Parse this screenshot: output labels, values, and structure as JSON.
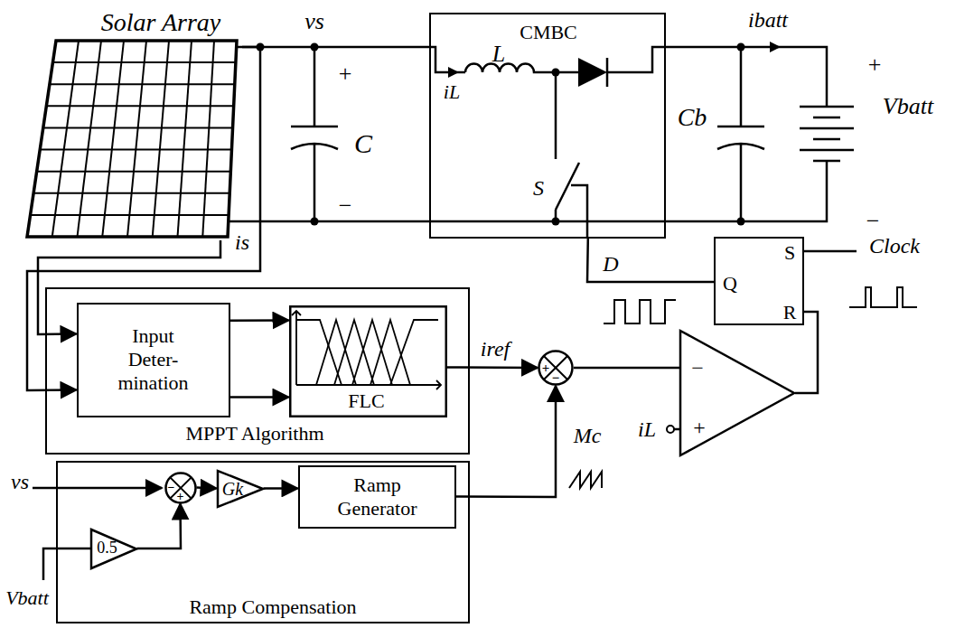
{
  "diagram": {
    "nodes": [
      {
        "text": [
          "Solar Array"
        ]
      },
      {
        "text": [
          "CMBC"
        ]
      },
      {
        "text": [
          "S",
          "Q",
          "R"
        ]
      },
      {
        "text": [
          "MPPT Algorithm"
        ]
      },
      {
        "text": [
          "Input Deter- mination"
        ],
        "in": 3
      },
      {
        "text": [
          "FLC"
        ],
        "in": 3
      },
      {
        "text": [
          "+",
          "−"
        ]
      },
      {
        "text": [
          "−",
          "+"
        ]
      },
      {
        "text": [
          "Ramp Compensation"
        ]
      },
      {
        "text": [
          "−",
          "+"
        ],
        "in": 8
      },
      {
        "text": [
          "Gk"
        ],
        "in": 8
      },
      {
        "text": [
          "Ramp Generator"
        ],
        "in": 8
      },
      {
        "text": [
          "0.5"
        ],
        "in": 8
      }
    ],
    "edges": [
      {
        "from": 0,
        "to": 4,
        "arrow": "to",
        "label": "is"
      },
      {
        "from": 0,
        "to": 4,
        "arrow": "to"
      },
      {
        "from": 4,
        "to": 5,
        "arrow": "to"
      },
      {
        "from": 4,
        "to": 5,
        "arrow": "to"
      },
      {
        "from": 5,
        "to": 6,
        "arrow": "to",
        "label": "iref"
      },
      {
        "from": 11,
        "to": 6,
        "arrow": "to",
        "label": "Mc"
      },
      {
        "from": 6,
        "to": 7,
        "arrow": "none"
      },
      {
        "from": 7,
        "to": 2,
        "arrow": "none"
      },
      {
        "from": 2,
        "to": 1,
        "arrow": "none",
        "label": "D"
      },
      {
        "from": 9,
        "to": 10,
        "arrow": "to"
      },
      {
        "from": 10,
        "to": 11,
        "arrow": "to"
      },
      {
        "from": 12,
        "to": 9,
        "arrow": "to"
      }
    ],
    "labels": [
      "vs",
      "+",
      "C",
      "−",
      "L",
      "iL",
      "S",
      "Cb",
      "ibatt",
      "+",
      "Vbatt",
      "−",
      "Clock",
      "iL",
      "vs",
      "Vbatt"
    ]
  }
}
